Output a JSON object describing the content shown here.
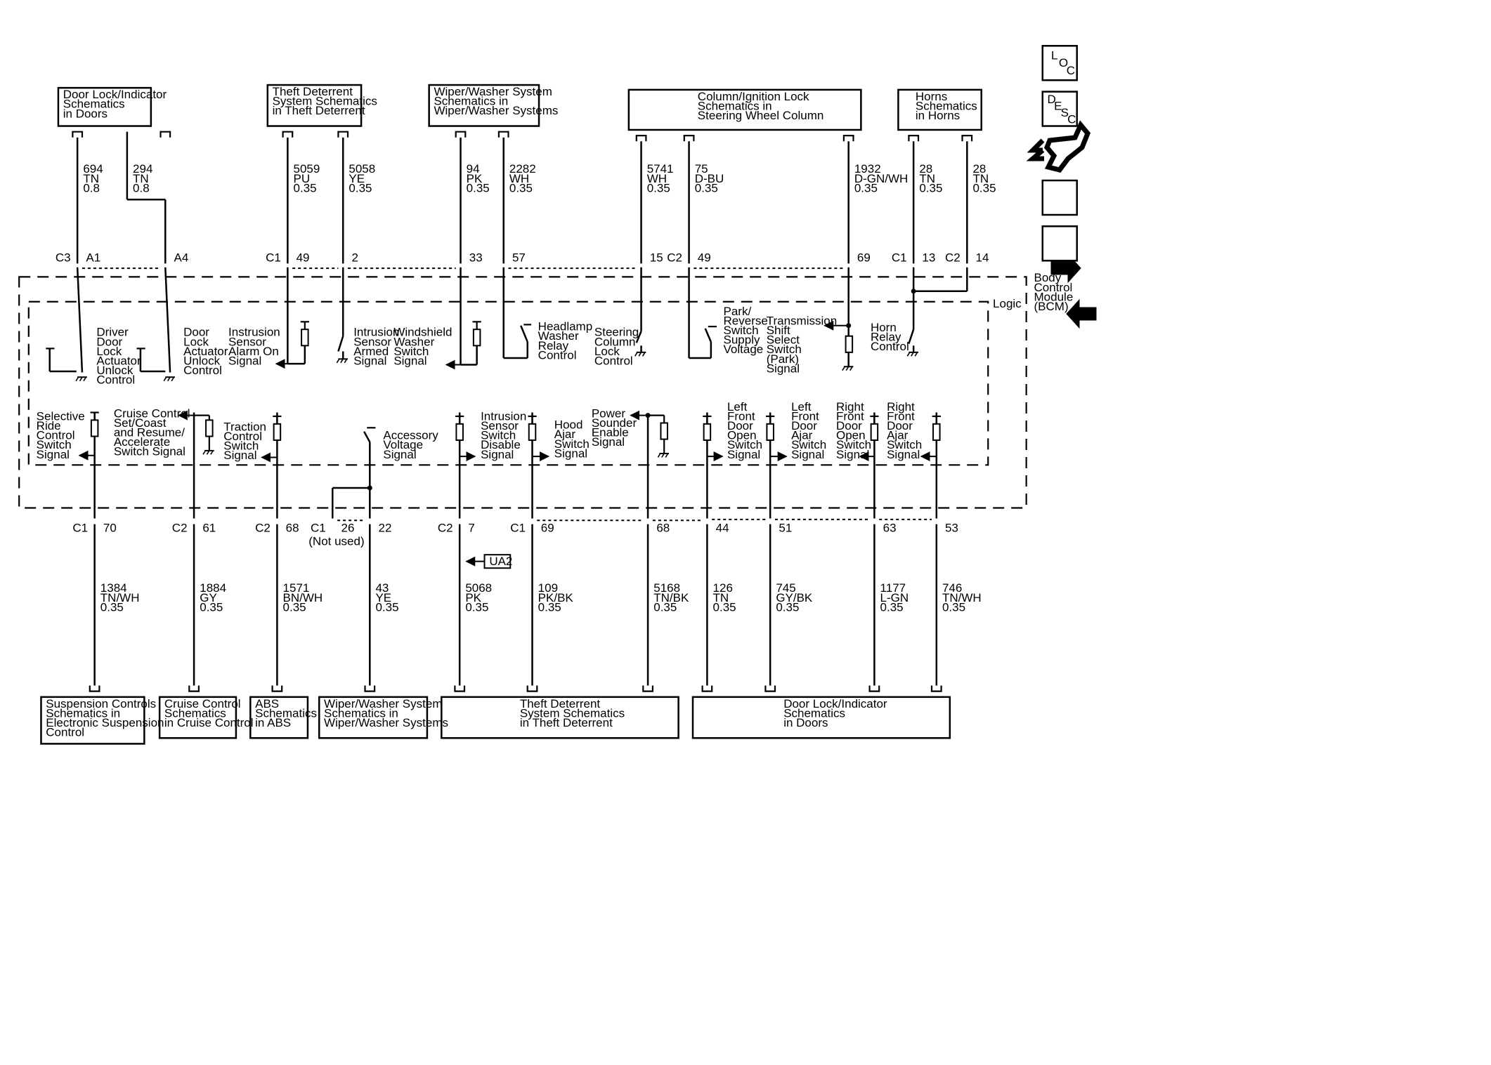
{
  "module": {
    "name": [
      "Body",
      "Control",
      "Module",
      "(BCM)"
    ],
    "logic": "Logic"
  },
  "side_icons": {
    "loc": [
      "L",
      "O",
      "C"
    ],
    "desc": [
      "D",
      "E",
      "S",
      "C"
    ],
    "tools": "wrench-icon",
    "next": "arrow-right-icon",
    "prev": "arrow-left-icon"
  },
  "top_boxes": [
    {
      "lines": [
        "Door Lock/Indicator",
        "Schematics",
        "in Doors"
      ]
    },
    {
      "lines": [
        "Theft Deterrent",
        "System Schematics",
        "in Theft Deterrent"
      ]
    },
    {
      "lines": [
        "Wiper/Washer System",
        "Schematics in",
        "Wiper/Washer Systems"
      ]
    },
    {
      "lines": [
        "Column/Ignition Lock",
        "Schematics in",
        "Steering Wheel Column"
      ]
    },
    {
      "lines": [
        "Horns",
        "Schematics",
        "in Horns"
      ]
    }
  ],
  "top_wires": [
    {
      "lines": [
        "694",
        "TN",
        "0.8"
      ]
    },
    {
      "lines": [
        "294",
        "TN",
        "0.8"
      ]
    },
    {
      "lines": [
        "5059",
        "PU",
        "0.35"
      ]
    },
    {
      "lines": [
        "5058",
        "YE",
        "0.35"
      ]
    },
    {
      "lines": [
        "94",
        "PK",
        "0.35"
      ]
    },
    {
      "lines": [
        "2282",
        "WH",
        "0.35"
      ]
    },
    {
      "lines": [
        "5741",
        "WH",
        "0.35"
      ]
    },
    {
      "lines": [
        "75",
        "D-BU",
        "0.35"
      ]
    },
    {
      "lines": [
        "1932",
        "D-GN/WH",
        "0.35"
      ]
    },
    {
      "lines": [
        "28",
        "TN",
        "0.35"
      ]
    },
    {
      "lines": [
        "28",
        "TN",
        "0.35"
      ]
    }
  ],
  "top_pins": [
    {
      "conn": "C3",
      "pin": "A1"
    },
    {
      "conn": "",
      "pin": "A4"
    },
    {
      "conn": "C1",
      "pin": "49"
    },
    {
      "conn": "",
      "pin": "2"
    },
    {
      "conn": "",
      "pin": "33"
    },
    {
      "conn": "",
      "pin": "57"
    },
    {
      "conn": "",
      "pin": "15"
    },
    {
      "conn": "C2",
      "pin": "49"
    },
    {
      "conn": "",
      "pin": "69"
    },
    {
      "conn": "C1",
      "pin": "13"
    },
    {
      "conn": "C2",
      "pin": "14"
    }
  ],
  "upper_signals": [
    {
      "lines": [
        "Driver",
        "Door",
        "Lock",
        "Actuator",
        "Unlock",
        "Control"
      ]
    },
    {
      "lines": [
        "Door",
        "Lock",
        "Actuator",
        "Unlock",
        "Control"
      ]
    },
    {
      "lines": [
        "Instrusion",
        "Sensor",
        "Alarm On",
        "Signal"
      ]
    },
    {
      "lines": [
        "Intrusion",
        "Sensor",
        "Armed",
        "Signal"
      ]
    },
    {
      "lines": [
        "Windshield",
        "Washer",
        "Switch",
        "Signal"
      ]
    },
    {
      "lines": [
        "Headlamp",
        "Washer",
        "Relay",
        "Control"
      ]
    },
    {
      "lines": [
        "Steering",
        "Column",
        "Lock",
        "Control"
      ]
    },
    {
      "lines": [
        "Park/",
        "Reverse",
        "Switch",
        "Supply",
        "Voltage"
      ]
    },
    {
      "lines": [
        "Transmission",
        "Shift",
        "Select",
        "Switch",
        "(Park)",
        "Signal"
      ]
    },
    {
      "lines": [
        "Horn",
        "Relay",
        "Control"
      ]
    }
  ],
  "lower_signals": [
    {
      "lines": [
        "Selective",
        "Ride",
        "Control",
        "Switch",
        "Signal"
      ]
    },
    {
      "lines": [
        "Cruise Control",
        "Set/Coast",
        "and Resume/",
        "Accelerate",
        "Switch Signal"
      ]
    },
    {
      "lines": [
        "Traction",
        "Control",
        "Switch",
        "Signal"
      ]
    },
    {
      "lines": [
        "Accessory",
        "Voltage",
        "Signal"
      ]
    },
    {
      "lines": [
        "Intrusion",
        "Sensor",
        "Switch",
        "Disable",
        "Signal"
      ]
    },
    {
      "lines": [
        "Hood",
        "Ajar",
        "Switch",
        "Signal"
      ]
    },
    {
      "lines": [
        "Power",
        "Sounder",
        "Enable",
        "Signal"
      ]
    },
    {
      "lines": [
        "Left",
        "Front",
        "Door",
        "Open",
        "Switch",
        "Signal"
      ]
    },
    {
      "lines": [
        "Left",
        "Front",
        "Door",
        "Ajar",
        "Switch",
        "Signal"
      ]
    },
    {
      "lines": [
        "Right",
        "Front",
        "Door",
        "Open",
        "Switch",
        "Signal"
      ]
    },
    {
      "lines": [
        "Right",
        "Front",
        "Door",
        "Ajar",
        "Switch",
        "Signal"
      ]
    }
  ],
  "bottom_pins": [
    {
      "conn": "C1",
      "pin": "70"
    },
    {
      "conn": "C2",
      "pin": "61"
    },
    {
      "conn": "C2",
      "pin": "68"
    },
    {
      "conn": "C1",
      "pin": "26"
    },
    {
      "conn": "",
      "pin": "22"
    },
    {
      "conn": "C2",
      "pin": "7"
    },
    {
      "conn": "C1",
      "pin": "69"
    },
    {
      "conn": "",
      "pin": "68"
    },
    {
      "conn": "",
      "pin": "44"
    },
    {
      "conn": "",
      "pin": "51"
    },
    {
      "conn": "",
      "pin": "63"
    },
    {
      "conn": "",
      "pin": "53"
    }
  ],
  "not_used": "(Not used)",
  "ua2": "UA2",
  "bottom_wires": [
    {
      "lines": [
        "1384",
        "TN/WH",
        "0.35"
      ]
    },
    {
      "lines": [
        "1884",
        "GY",
        "0.35"
      ]
    },
    {
      "lines": [
        "1571",
        "BN/WH",
        "0.35"
      ]
    },
    {
      "lines": [
        "43",
        "YE",
        "0.35"
      ]
    },
    {
      "lines": [
        "5068",
        "PK",
        "0.35"
      ]
    },
    {
      "lines": [
        "109",
        "PK/BK",
        "0.35"
      ]
    },
    {
      "lines": [
        "5168",
        "TN/BK",
        "0.35"
      ]
    },
    {
      "lines": [
        "126",
        "TN",
        "0.35"
      ]
    },
    {
      "lines": [
        "745",
        "GY/BK",
        "0.35"
      ]
    },
    {
      "lines": [
        "1177",
        "L-GN",
        "0.35"
      ]
    },
    {
      "lines": [
        "746",
        "TN/WH",
        "0.35"
      ]
    }
  ],
  "bottom_boxes": [
    {
      "lines": [
        "Suspension Controls",
        "Schematics in",
        "Electronic Suspension",
        "Control"
      ]
    },
    {
      "lines": [
        "Cruise Control",
        "Schematics",
        "in Cruise Control"
      ]
    },
    {
      "lines": [
        "ABS",
        "Schematics",
        "in ABS"
      ]
    },
    {
      "lines": [
        "Wiper/Washer System",
        "Schematics in",
        "Wiper/Washer Systems"
      ]
    },
    {
      "lines": [
        "Theft Deterrent",
        "System Schematics",
        "in Theft Deterrent"
      ]
    },
    {
      "lines": [
        "Door Lock/Indicator",
        "Schematics",
        "in Doors"
      ]
    }
  ]
}
